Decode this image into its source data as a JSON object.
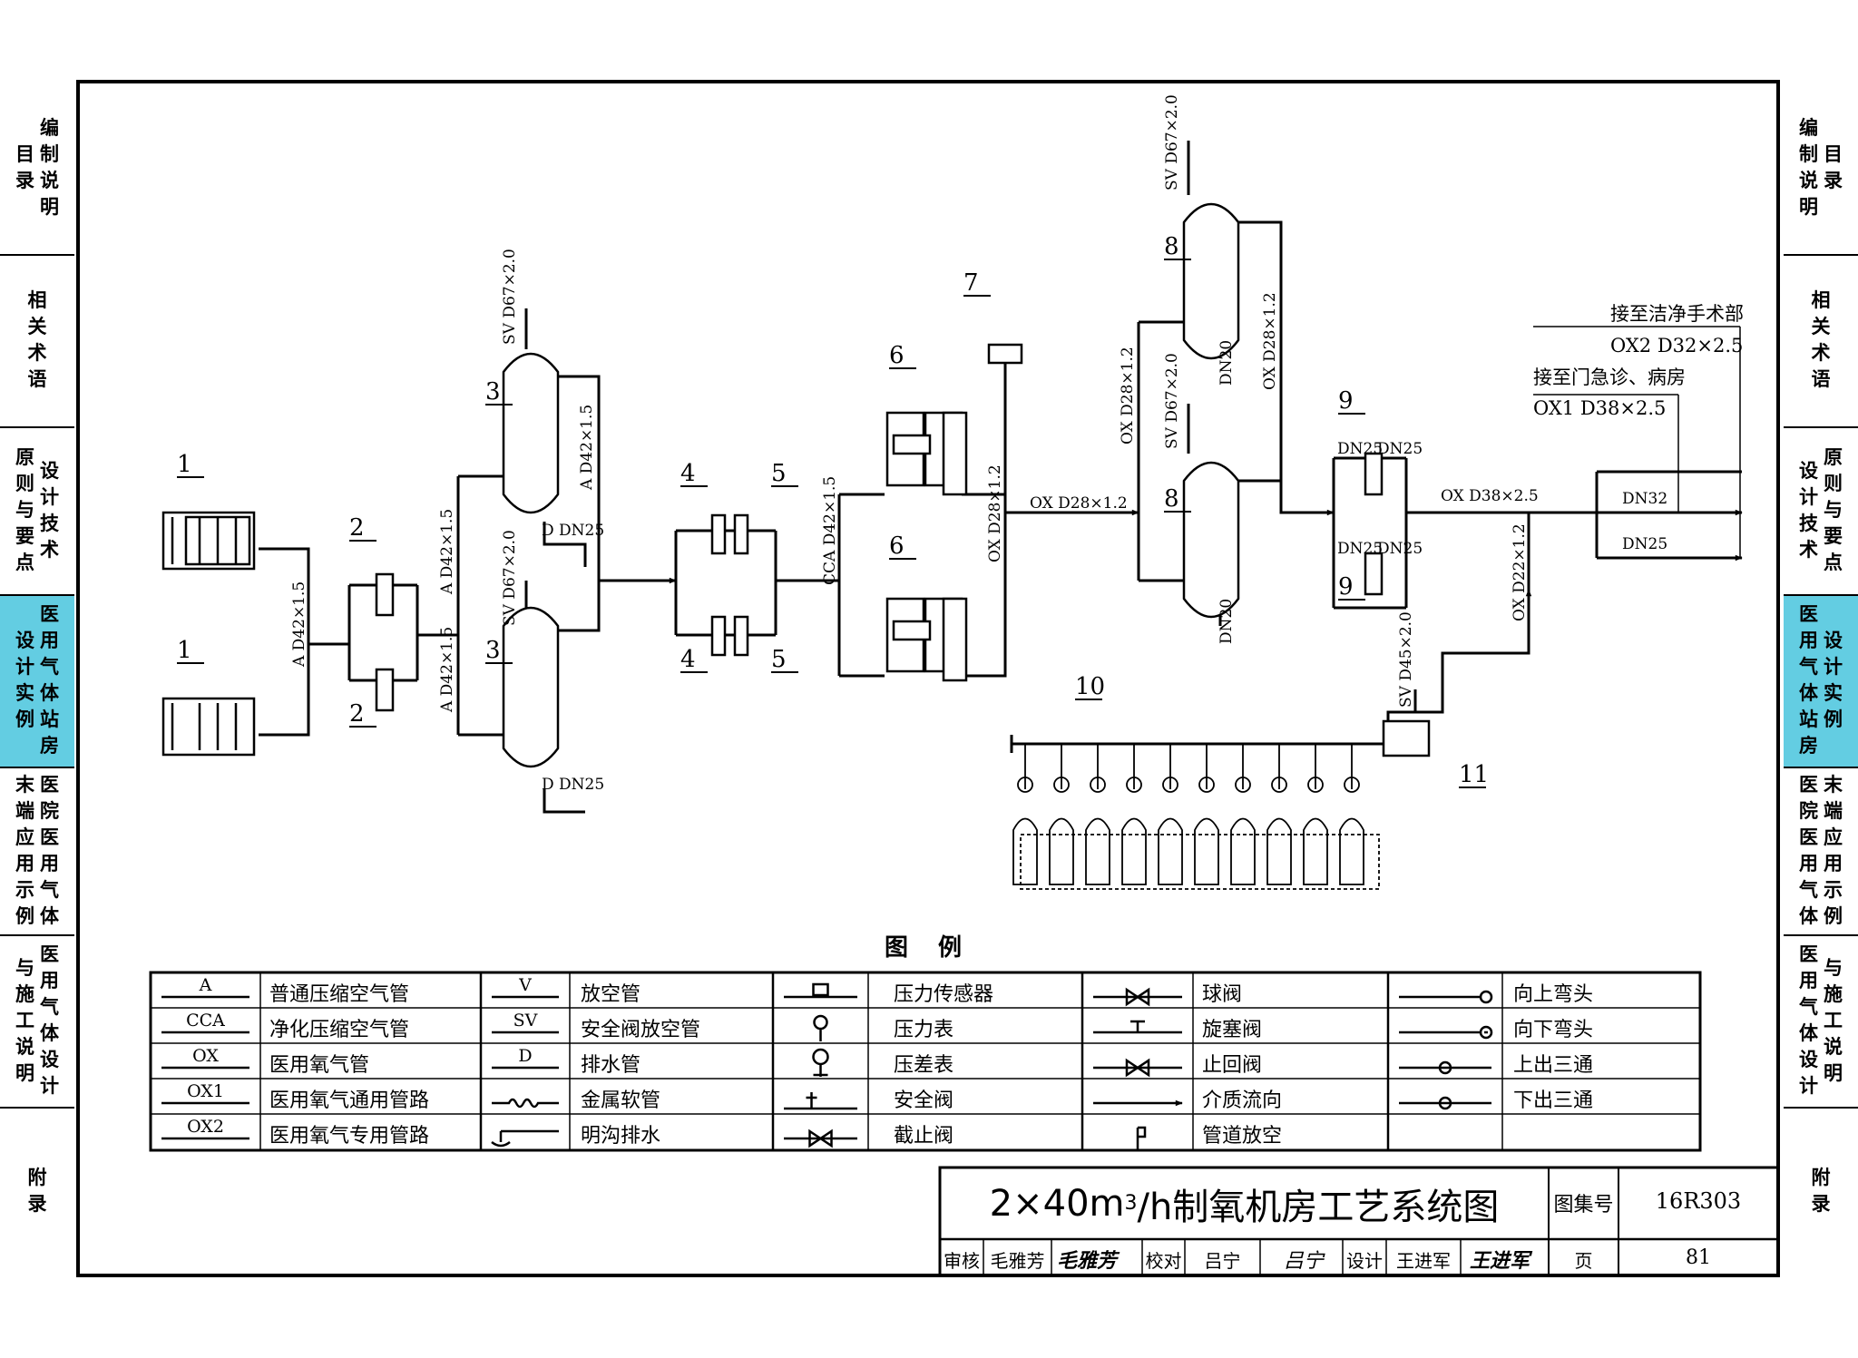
{
  "sidebar": {
    "left": [
      {
        "cols": [
          "目录",
          "编制说明"
        ]
      },
      {
        "cols": [
          "相关术语"
        ]
      },
      {
        "cols": [
          "原则与要点",
          "设计技术"
        ]
      },
      {
        "cols": [
          "设计实例",
          "医用气体站房"
        ]
      },
      {
        "cols": [
          "末端应用示例",
          "医院医用气体"
        ]
      },
      {
        "cols": [
          "与施工说明",
          "医用气体设计"
        ]
      },
      {
        "cols": [
          "附录"
        ]
      }
    ],
    "right": [
      {
        "cols": [
          "编制说明",
          "目录"
        ]
      },
      {
        "cols": [
          "相关术语"
        ]
      },
      {
        "cols": [
          "设计技术",
          "原则与要点"
        ]
      },
      {
        "cols": [
          "医用气体站房",
          "设计实例"
        ]
      },
      {
        "cols": [
          "医院医用气体",
          "末端应用示例"
        ]
      },
      {
        "cols": [
          "医用气体设计",
          "与施工说明"
        ]
      },
      {
        "cols": [
          "附录"
        ]
      }
    ]
  },
  "diagram": {
    "equipment_numbers": [
      "1",
      "1",
      "2",
      "2",
      "3",
      "3",
      "4",
      "5",
      "4",
      "5",
      "6",
      "6",
      "7",
      "8",
      "8",
      "9",
      "9",
      "10",
      "11"
    ],
    "pipe_labels": {
      "a1": "A D42×1.5",
      "a2": "A D42×1.5",
      "a3": "A D42×1.5",
      "a4": "A D42×1.5",
      "cca": "CCA D42×1.5",
      "ox1": "OX D28×1.2",
      "ox2": "OX D28×1.2",
      "ox3": "OX D28×1.2",
      "ox4": "OX D28×1.2",
      "ox38": "OX D38×2.5",
      "ox22": "OX D22×1.2",
      "sv67a": "SV D67×2.0",
      "sv67b": "SV D67×2.0",
      "sv67c": "SV D67×2.0",
      "sv67d": "SV D67×2.0",
      "sv45": "SV D45×2.0",
      "drain1": "D DN25",
      "drain2": "D DN25",
      "dn20a": "DN20",
      "dn20b": "DN20",
      "dn25a": "DN25",
      "dn25b": "DN25",
      "dn25c": "DN25",
      "dn25d": "DN25",
      "dn32": "DN32",
      "dn25out": "DN25",
      "to_or": "接至洁净手术部",
      "ox2_line": "OX2 D32×2.5",
      "to_er": "接至门急诊、病房",
      "ox1_line": "OX1 D38×2.5"
    }
  },
  "legend": {
    "title": "图 例",
    "items": [
      [
        {
          "sym": "A",
          "label": "普通压缩空气管"
        },
        {
          "sym": "V",
          "label": "放空管"
        },
        {
          "sym": "pt",
          "label": "压力传感器"
        },
        {
          "sym": "ball",
          "label": "球阀"
        },
        {
          "sym": "up",
          "label": "向上弯头"
        }
      ],
      [
        {
          "sym": "CCA",
          "label": "净化压缩空气管"
        },
        {
          "sym": "SV",
          "label": "安全阀放空管"
        },
        {
          "sym": "pg",
          "label": "压力表"
        },
        {
          "sym": "plug",
          "label": "旋塞阀"
        },
        {
          "sym": "down",
          "label": "向下弯头"
        }
      ],
      [
        {
          "sym": "OX",
          "label": "医用氧气管"
        },
        {
          "sym": "D",
          "label": "排水管"
        },
        {
          "sym": "dpg",
          "label": "压差表"
        },
        {
          "sym": "check",
          "label": "止回阀"
        },
        {
          "sym": "teeup",
          "label": "上出三通"
        }
      ],
      [
        {
          "sym": "OX1",
          "label": "医用氧气通用管路"
        },
        {
          "sym": "hose",
          "label": "金属软管"
        },
        {
          "sym": "safety",
          "label": "安全阀"
        },
        {
          "sym": "flow",
          "label": "介质流向"
        },
        {
          "sym": "teedown",
          "label": "下出三通"
        }
      ],
      [
        {
          "sym": "OX2",
          "label": "医用氧气专用管路"
        },
        {
          "sym": "ditch",
          "label": "明沟排水"
        },
        {
          "sym": "globe",
          "label": "截止阀"
        },
        {
          "sym": "vent",
          "label": "管道放空"
        },
        {
          "sym": "",
          "label": ""
        }
      ]
    ]
  },
  "titleblock": {
    "title_pre": "2×40m",
    "title_sup": "3",
    "title_post": "/h制氧机房工艺系统图",
    "atlas_label": "图集号",
    "atlas_no": "16R303",
    "review_label": "审核",
    "reviewer": "毛雅芳",
    "check_label": "校对",
    "checker": "吕宁",
    "design_label": "设计",
    "designer": "王进军",
    "page_label": "页",
    "page_no": "81"
  }
}
